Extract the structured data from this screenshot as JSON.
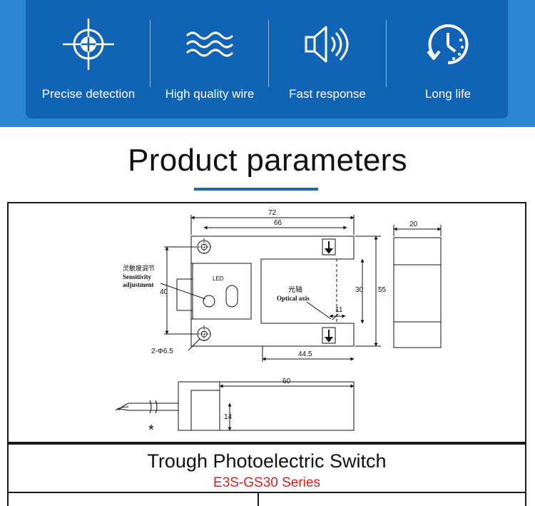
{
  "features": [
    {
      "label": "Precise detection",
      "icon": "crosshair-target-icon"
    },
    {
      "label": "High quality wire",
      "icon": "wave-lines-icon"
    },
    {
      "label": "Fast response",
      "icon": "speaker-sound-icon"
    },
    {
      "label": "Long life",
      "icon": "clock-rotate-icon"
    }
  ],
  "heading": "Product parameters",
  "drawing": {
    "dim_72": "72",
    "dim_66": "66",
    "dim_20": "20",
    "dim_30": "30",
    "dim_55": "55",
    "dim_40": "40",
    "dim_11": "11",
    "dim_44_5": "44.5",
    "dim_60": "60",
    "dim_14": "14",
    "hole_note": "2-Φ6.5",
    "led_label": "LED",
    "sensitivity_cn": "灵敏度调节",
    "sensitivity_en_1": "Sensitivity",
    "sensitivity_en_2": "adjustment",
    "optical_cn": "光轴",
    "optical_en": "Optical axis",
    "asterisk": "*"
  },
  "caption": {
    "title": "Trough Photoelectric Switch",
    "series": "E3S-GS30 Series"
  },
  "colors": {
    "banner": "#2b85d4",
    "panel": "#1163b6",
    "accent_bar": "#1e64b0",
    "series_red": "#e31b1b"
  }
}
